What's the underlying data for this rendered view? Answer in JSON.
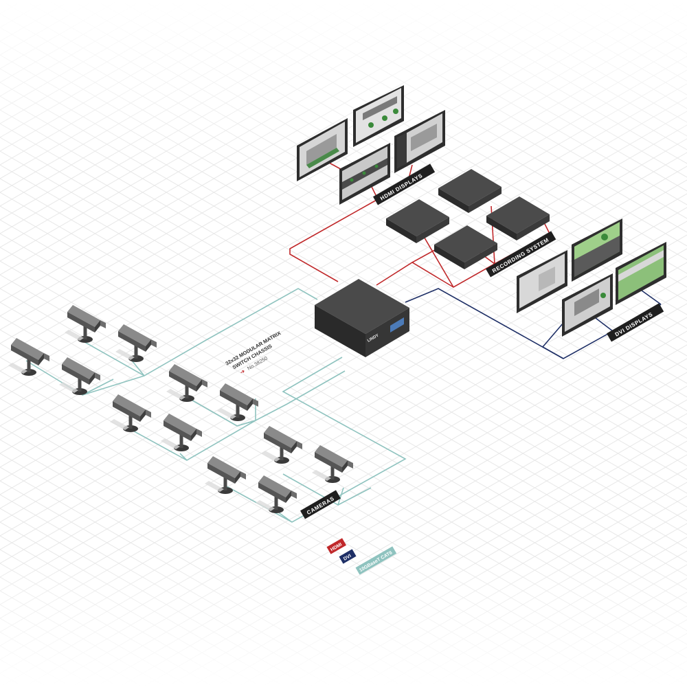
{
  "labels": {
    "hdmi_displays": "HDMI DISPLAYS",
    "recording_system": "RECORDING SYSTEM",
    "dvi_displays": "DVI DISPLAYS",
    "cameras": "CAMERAS",
    "chassis_line1": "32x32 MODULAR MATRIX",
    "chassis_line2": "SWITCH CHASSIS",
    "chassis_part": "No.38250",
    "brand": "LINDY"
  },
  "legend": [
    {
      "label": "HDMI",
      "color": "#c0282a"
    },
    {
      "label": "DVI",
      "color": "#1e2f66"
    },
    {
      "label": "10GBaseT CAT6",
      "color": "#8fc3bf"
    }
  ],
  "colors": {
    "hdmi": "#c0282a",
    "dvi": "#1e2f66",
    "cat6": "#8fc3bf",
    "device_top": "#4a4a4a",
    "device_side": "#2c2c2c",
    "grid": "#e9e9e9"
  },
  "icons": {
    "camera": "cctv-camera-icon",
    "display": "monitor-icon",
    "recorder": "recorder-box-icon",
    "matrix": "matrix-switch-icon"
  }
}
